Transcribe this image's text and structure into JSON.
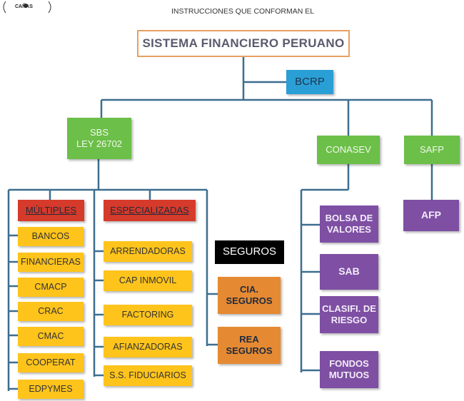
{
  "header": {
    "caption": "INSTRUCCIONES QUE CONFORMAN EL",
    "logo_text": "CAÑAS"
  },
  "title": "SISTEMA FINANCIERO PERUANO",
  "bcrp": "BCRP",
  "sbs": {
    "line1": "SBS",
    "line2": "LEY 26702"
  },
  "conasev": "CONASEV",
  "safp": "SAFP",
  "afp": "AFP",
  "multiples": {
    "label": "MÚLTIPLES",
    "items": [
      "BANCOS",
      "FINANCIERAS",
      "CMACP",
      "CRAC",
      "CMAC",
      "COOPERAT",
      "EDPYMES"
    ]
  },
  "especializadas": {
    "label": "ESPECIALIZADAS",
    "items": [
      "ARRENDADORAS",
      "CAP INMOVIL",
      "FACTORING",
      "AFIANZADORAS",
      "S.S. FIDUCIARIOS"
    ]
  },
  "seguros": {
    "label": "SEGUROS",
    "cia": {
      "line1": "CIA.",
      "line2": "SEGUROS"
    },
    "rea": {
      "line1": "REA",
      "line2": "SEGUROS"
    }
  },
  "conasev_items": [
    {
      "line1": "BOLSA DE",
      "line2": "VALORES"
    },
    {
      "line1": "SAB",
      "line2": ""
    },
    {
      "line1": "CLASIFI. DE",
      "line2": "RIESGO"
    },
    {
      "line1": "FONDOS",
      "line2": "MUTUOS"
    }
  ]
}
